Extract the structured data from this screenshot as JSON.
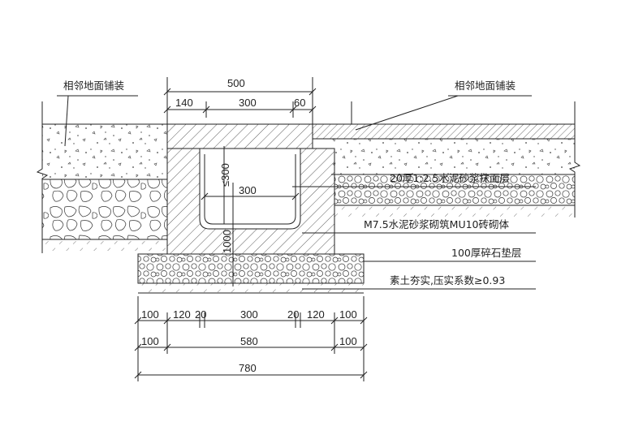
{
  "labels": {
    "left_paving": "相邻地面铺装",
    "right_paving": "相邻地面铺装",
    "mortar_plaster": "20厚1:2.5水泥砂浆抹面层",
    "masonry": "M7.5水泥砂浆砌筑MU10砖砌体",
    "gravel_bed": "100厚碎石垫层",
    "subgrade": "素土夯实,压实系数≥0.93"
  },
  "dims": {
    "top_total": "500",
    "top_left": "140",
    "top_mid": "300",
    "top_right": "60",
    "depth": "≤300",
    "inner_width": "300",
    "wall_height": "1000",
    "row1": [
      "100",
      "120",
      "20",
      "300",
      "20",
      "120",
      "100"
    ],
    "row2": [
      "100",
      "580",
      "100"
    ],
    "total": "780"
  }
}
